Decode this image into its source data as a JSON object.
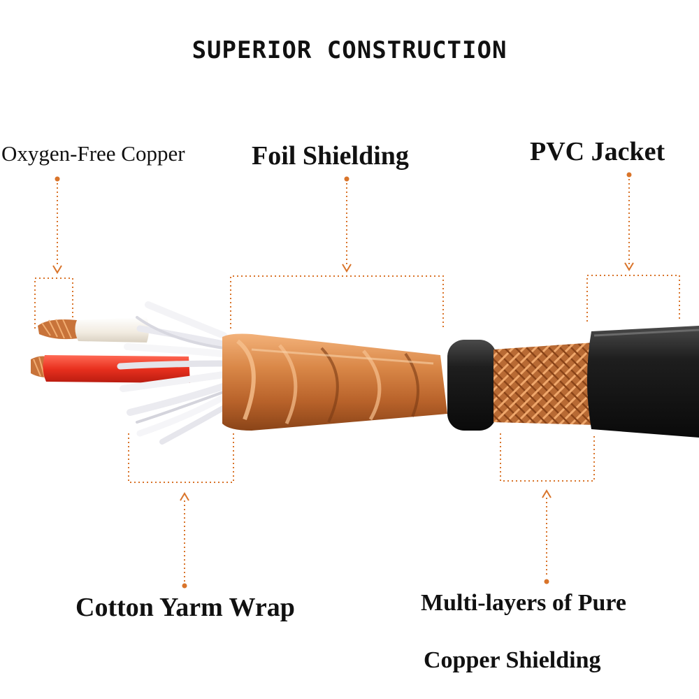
{
  "title": "SUPERIOR CONSTRUCTION",
  "labels": {
    "oxygen_free_copper": "Oxygen-Free Copper",
    "foil_shielding": "Foil Shielding",
    "pvc_jacket": "PVC Jacket",
    "cotton_yarn_wrap": "Cotton Yarm Wrap",
    "copper_shielding_line1": "Multi-layers of Pure",
    "copper_shielding_line2": "Copper Shielding"
  },
  "colors": {
    "callout": "#d9742a",
    "copper": "#c8733a",
    "jacket": "#1a1a1a",
    "red_insulation": "#e8301e",
    "white_insulation": "#f4efe6"
  }
}
